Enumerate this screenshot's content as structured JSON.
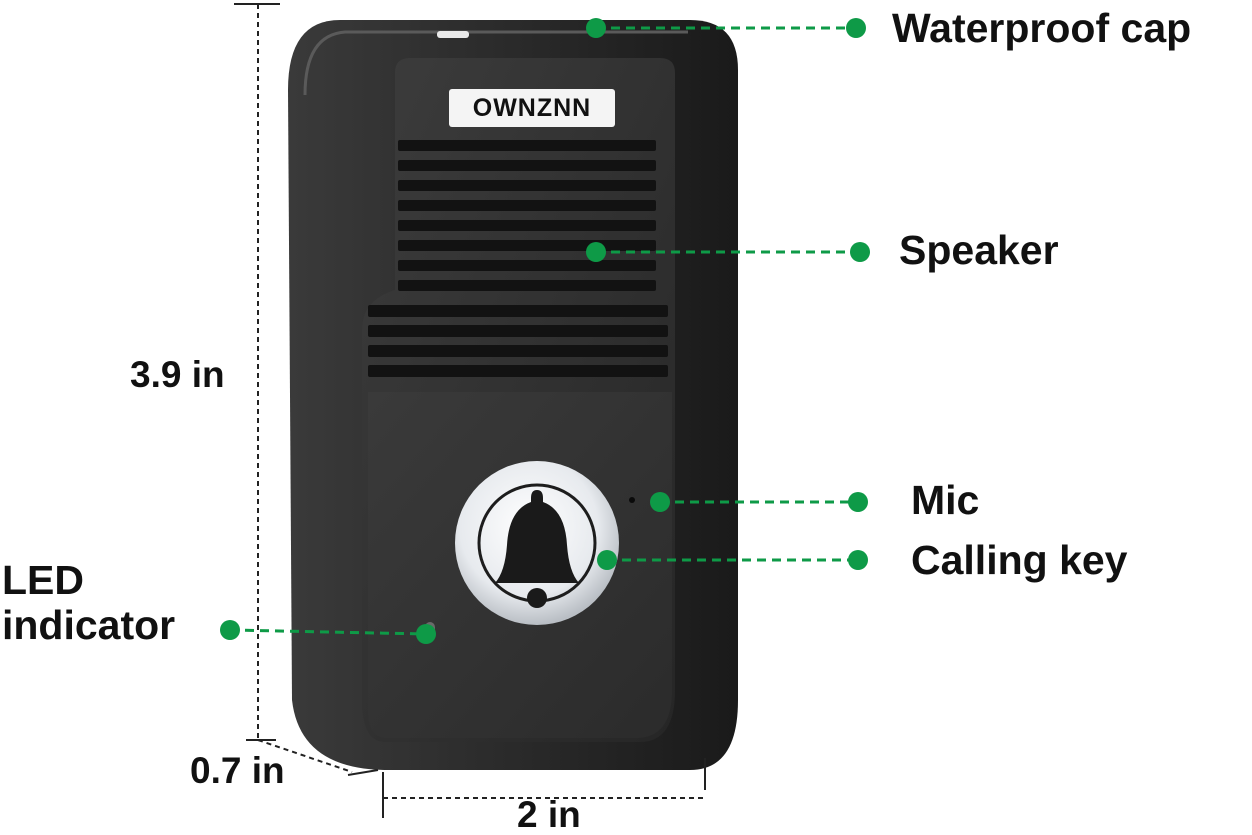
{
  "device": {
    "brand_name": "OWNZNN",
    "icon": "bell-icon"
  },
  "callouts": {
    "waterproof_cap": "Waterproof cap",
    "speaker": "Speaker",
    "mic": "Mic",
    "calling_key": "Calling key",
    "led_indicator_line1": "LED",
    "led_indicator_line2": "indicator"
  },
  "dimensions": {
    "height": "3.9 in",
    "depth": "0.7 in",
    "width": "2 in"
  },
  "colors": {
    "callout_green": "#0e9a47",
    "device_body": "#222222",
    "label_text": "#111111",
    "brand_plate": "#f4f4f4"
  }
}
